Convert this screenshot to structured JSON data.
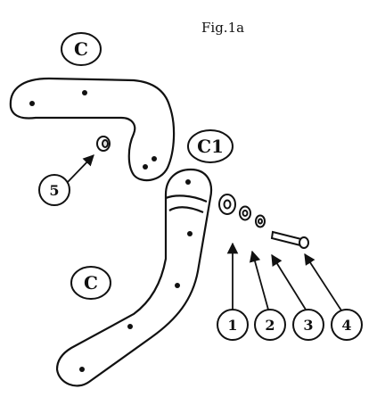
{
  "figure": {
    "title": "Fig.1a"
  },
  "labels": {
    "part_c_top": "C",
    "part_c1": "C1",
    "part_c_bottom": "C",
    "callout_5": "5",
    "callout_1": "1",
    "callout_2": "2",
    "callout_3": "3",
    "callout_4": "4"
  },
  "colors": {
    "ink": "#111111",
    "paper": "#ffffff"
  }
}
